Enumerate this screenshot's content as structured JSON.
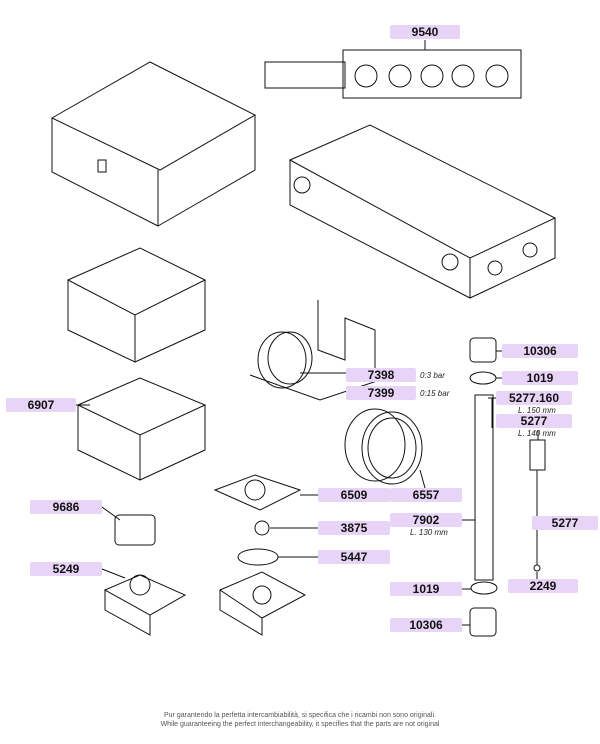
{
  "colors": {
    "label_bg": "#e8d4f7",
    "line": "#111111"
  },
  "parts": [
    {
      "code": "9540"
    },
    {
      "code": "10306"
    },
    {
      "code": "1019"
    },
    {
      "code": "5277.160",
      "note": "L. 150 mm"
    },
    {
      "code": "5277",
      "note": "L. 140 mm"
    },
    {
      "code": "7398",
      "note": "0:3 bar"
    },
    {
      "code": "7399",
      "note": "0:15 bar"
    },
    {
      "code": "6907"
    },
    {
      "code": "6509"
    },
    {
      "code": "6557"
    },
    {
      "code": "7902",
      "note": "L. 130 mm"
    },
    {
      "code": "5277"
    },
    {
      "code": "9686"
    },
    {
      "code": "3875"
    },
    {
      "code": "5447"
    },
    {
      "code": "5249"
    },
    {
      "code": "2249"
    },
    {
      "code": "1019"
    },
    {
      "code": "10306"
    }
  ],
  "footer": {
    "line_it": "Pur garantendo la perfetta intercambiabilità, si specifica che i ricambi non sono originali.",
    "line_en": "While guaranteeing the perfect interchangeability, it specifies that the parts are not original"
  }
}
